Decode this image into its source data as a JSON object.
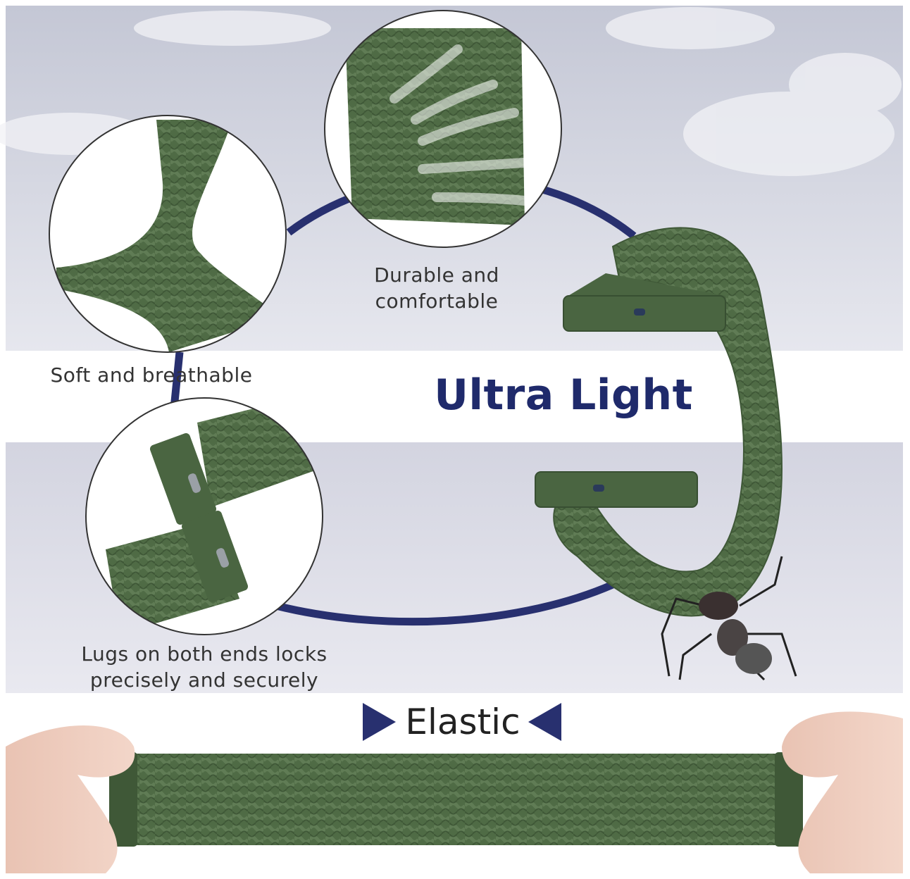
{
  "features": {
    "durable": "Durable and comfortable",
    "soft": "Soft and breathable",
    "lugs": "Lugs on both ends locks precisely and securely"
  },
  "headline": "Ultra Light",
  "elastic": "Elastic",
  "colors": {
    "band_green": "#4f6b45",
    "accent_navy": "#28306f",
    "sky_gray": "#b9bccb",
    "panel_gray": "#dcdde8"
  }
}
